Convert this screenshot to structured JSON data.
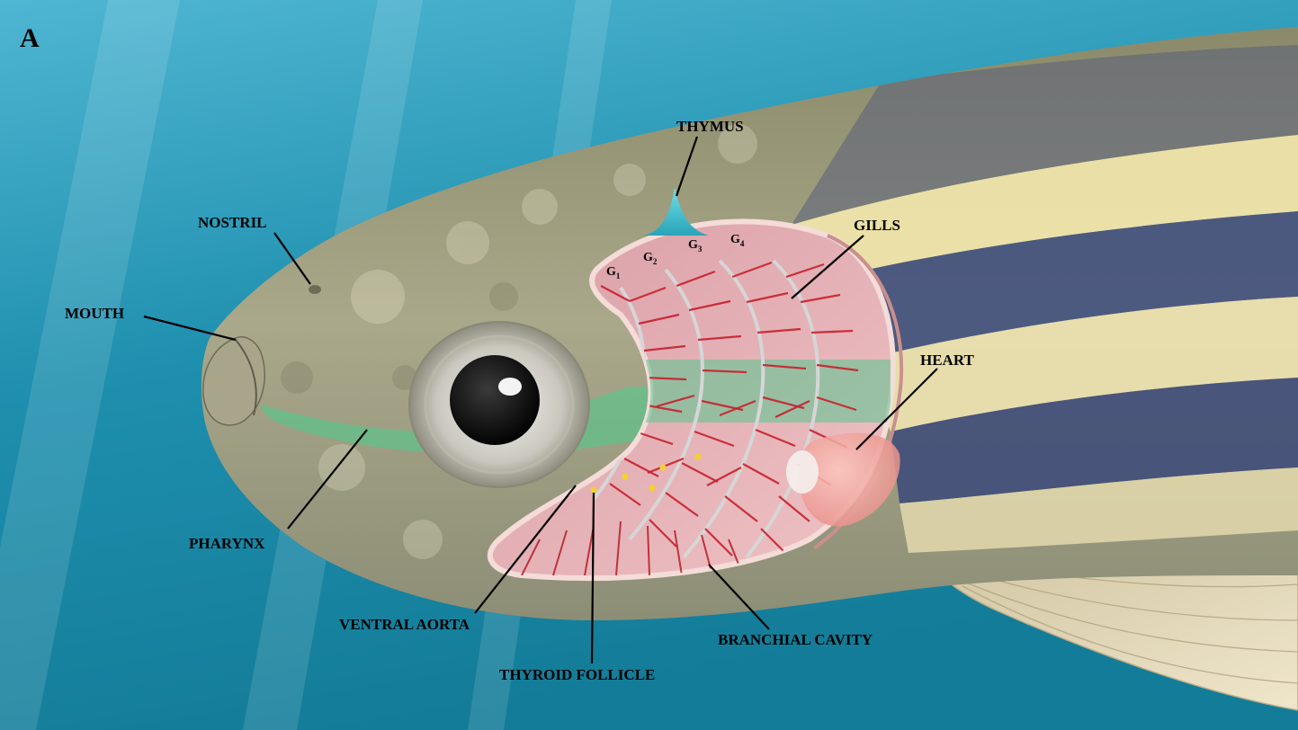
{
  "panel_label": "A",
  "labels": {
    "thymus": "THYMUS",
    "nostril": "NOSTRIL",
    "mouth": "MOUTH",
    "gills": "GILLS",
    "heart": "HEART",
    "pharynx": "PHARYNX",
    "ventral_aorta": "VENTRAL AORTA",
    "branchial_cavity": "BRANCHIAL CAVITY",
    "thyroid_follicle": "THYROID FOLLICLE"
  },
  "gill_arches": [
    {
      "letter": "G",
      "index": "1"
    },
    {
      "letter": "G",
      "index": "2"
    },
    {
      "letter": "G",
      "index": "3"
    },
    {
      "letter": "G",
      "index": "4"
    }
  ],
  "colors": {
    "water": "#1f8fa8",
    "fish_body": "#9c9a7c",
    "gill_filament": "#c8202c",
    "cavity": "#e6b3b8",
    "pharynx": "#4fc98a",
    "thymus": "#3bb7c8",
    "heart": "#f0a29a",
    "stripe_dark": "#3a4a7a",
    "stripe_light": "#f2e6a8",
    "fin": "#d9ceae"
  }
}
